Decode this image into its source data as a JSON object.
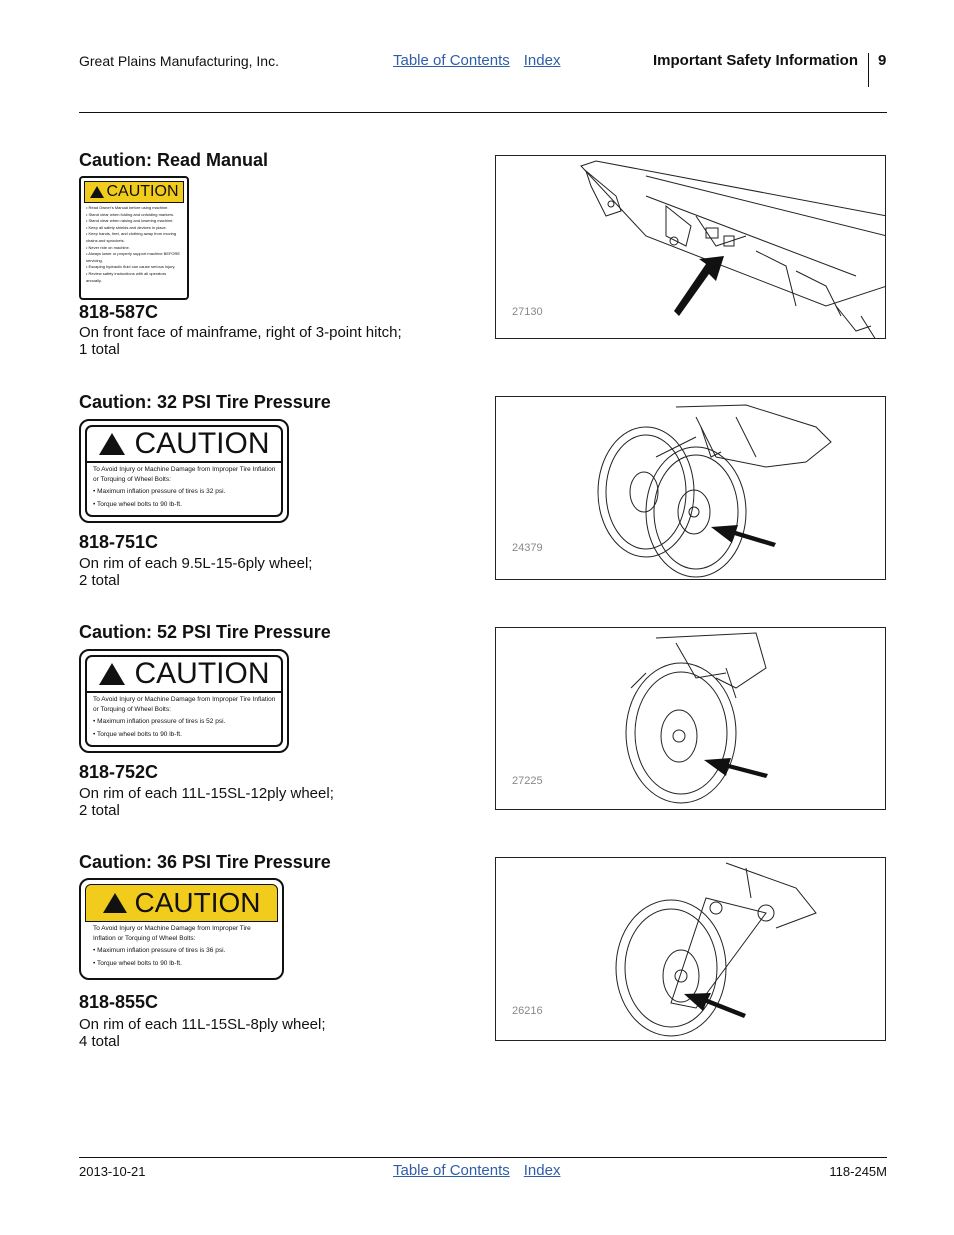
{
  "header": {
    "company": "Great Plains Manufacturing, Inc.",
    "toc_link": "Table of Contents",
    "index_link": "Index",
    "title": "Important Safety Information",
    "page": "9"
  },
  "footer": {
    "date": "2013-10-21",
    "toc_link": "Table of Contents",
    "index_link": "Index",
    "doc_number": "118-245M"
  },
  "sections": [
    {
      "title": "Caution: Read Manual",
      "part": "818-587C",
      "desc_line1": "On front face of mainframe, right of 3-point hitch;",
      "desc_line2": "1 total",
      "decal_heading": "CAUTION",
      "decal_lines": [
        "• Read Owner's Manual before using machine.",
        "• Stand clear when folding and unfolding markers.",
        "• Stand clear when raising and lowering machine.",
        "• Keep all safety shields and devices in place.",
        "• Keep hands, feet, and clothing away from moving chains and sprockets.",
        "• Never ride on machine.",
        "• Always lower or properly support machine BEFORE servicing.",
        "• Escaping hydraulic fluid can cause serious injury.",
        "• Review safety instructions with all operators annually."
      ],
      "figure": "27130"
    },
    {
      "title": "Caution: 32 PSI Tire Pressure",
      "part": "818-751C",
      "desc_line1": "On rim of each 9.5L-15-6ply wheel;",
      "desc_line2": "2 total",
      "decal_heading": "CAUTION",
      "decal_lines": [
        "To Avoid Injury or Machine Damage from Improper Tire Inflation or Torquing of Wheel Bolts:",
        "• Maximum inflation pressure of tires is 32 psi.",
        "• Torque wheel bolts to 90 lb-ft."
      ],
      "figure": "24379"
    },
    {
      "title": "Caution: 52 PSI Tire Pressure",
      "part": "818-752C",
      "desc_line1": "On rim of each 11L-15SL-12ply wheel;",
      "desc_line2": "2 total",
      "decal_heading": "CAUTION",
      "decal_lines": [
        "To Avoid Injury or Machine Damage from Improper Tire Inflation or Torquing of Wheel Bolts:",
        "• Maximum inflation pressure of tires is 52 psi.",
        "• Torque wheel bolts to 90 lb-ft."
      ],
      "figure": "27225"
    },
    {
      "title": "Caution: 36 PSI Tire Pressure",
      "part": "818-855C",
      "desc_line1": "On rim of each 11L-15SL-8ply wheel;",
      "desc_line2": "4 total",
      "decal_heading": "CAUTION",
      "decal_lines": [
        "To Avoid Injury or Machine Damage from Improper Tire Inflation or Torquing of Wheel Bolts:",
        "• Maximum inflation pressure of tires is 36 psi.",
        "• Torque wheel bolts to 90 lb-ft."
      ],
      "figure": "26216"
    }
  ],
  "colors": {
    "link": "#2f5da8",
    "caution_yellow": "#f2cc1c",
    "figure_number": "#888888"
  }
}
